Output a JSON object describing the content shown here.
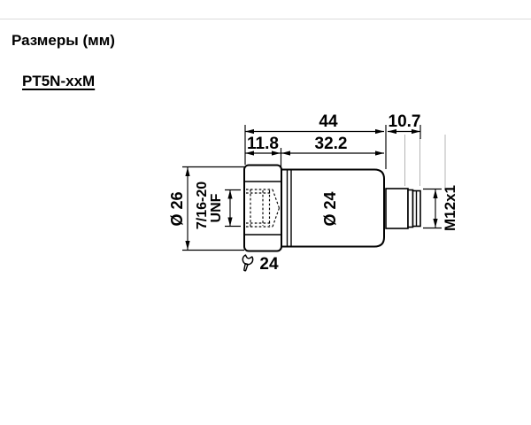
{
  "header": {
    "title": "Размеры (мм)",
    "model": "PT5N-xxM"
  },
  "colors": {
    "line": "#000000",
    "projection": "#b4b4b4",
    "background": "#ffffff"
  },
  "drawing": {
    "description": "Side-view dimensioned engineering drawing of PT5N-xxM pressure transmitter",
    "dims": {
      "overall": "44",
      "connector": "10.7",
      "hex": "11.8",
      "body": "32.2",
      "hex_dia": "Ø 26",
      "body_dia": "Ø 24",
      "plug_thread": "M12x1",
      "port_thread_1": "7/16-20",
      "port_thread_2": "UNF",
      "wrench": "24"
    },
    "icons": {
      "wrench_icon": "open-end-wrench"
    }
  }
}
